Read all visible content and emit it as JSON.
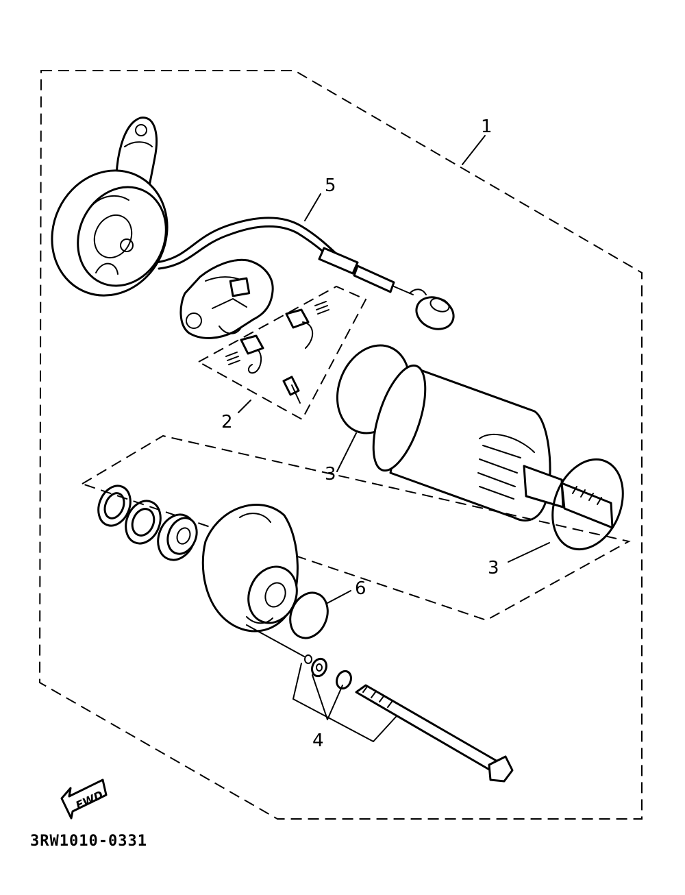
{
  "diagram": {
    "callouts": {
      "c1": "1",
      "c2": "2",
      "c3a": "3",
      "c3b": "3",
      "c4": "4",
      "c5": "5",
      "c6": "6"
    },
    "fwd_label": "FWD",
    "drawing_code": "3RW1010-0331",
    "line_color": "#000000",
    "background_color": "#ffffff"
  }
}
